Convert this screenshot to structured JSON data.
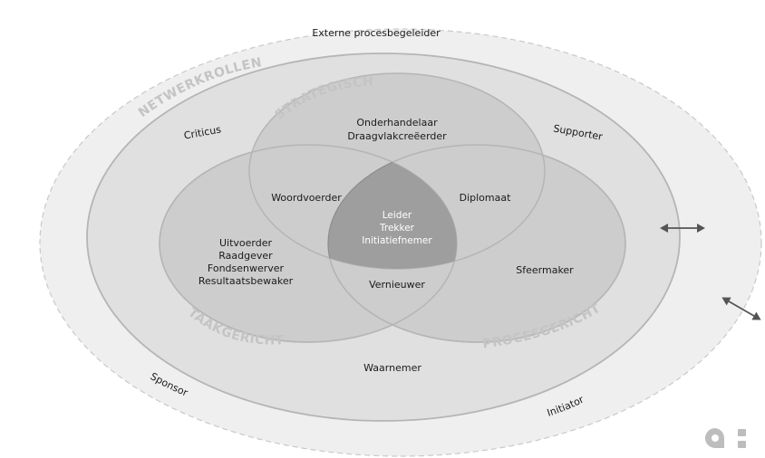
{
  "outer": {
    "title": "Externe procesbegeleider",
    "labels": {
      "sponsor": "Sponsor",
      "initiator": "Initiator"
    }
  },
  "network": {
    "caption": "NETWERKROLLEN",
    "labels": {
      "criticus": "Criticus",
      "supporter": "Supporter",
      "waarnemer": "Waarnemer"
    }
  },
  "strategic": {
    "caption": "STRATEGISCH",
    "roles": [
      "Onderhandelaar",
      "Draagvlakcreëerder"
    ]
  },
  "task": {
    "caption": "TAAKGERICHT",
    "roles": [
      "Uitvoerder",
      "Raadgever",
      "Fondsenwerver",
      "Resultaatsbewaker"
    ]
  },
  "process": {
    "caption": "PROCESGERICHT",
    "roles": [
      "Sfeermaker"
    ]
  },
  "overlaps": {
    "strategic_task": "Woordvoerder",
    "strategic_process": "Diplomaat",
    "task_process": "Vernieuwer",
    "center": [
      "Leider",
      "Trekker",
      "Initiatiefnemer"
    ]
  },
  "colors": {
    "outer_fill": "#efefef",
    "inner_fill": "#e0e0e0",
    "circle_fill": "#cdcdcd",
    "center_fill": "#9e9e9e",
    "stroke": "#b5b5b5",
    "caption": "#c4c4c4",
    "arrow": "#555555",
    "logo": "#bdbdbd"
  }
}
